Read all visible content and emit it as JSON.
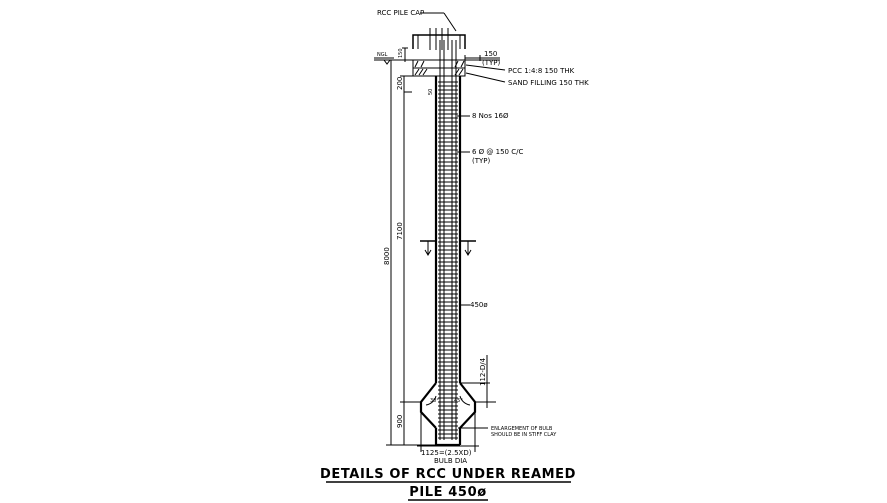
{
  "labels": {
    "pile_cap": "RCC PILE CAP",
    "ngl": "NGL",
    "dim_150_top": "150",
    "dim_150_left": "150",
    "typ_top": "(TYP)",
    "pcc": "PCC 1:4:8 150 THK",
    "sand": "SAND FILLING 150 THK",
    "dim_50": "50",
    "dim_200": "200",
    "main_bars": "8 Nos 16Ø",
    "stirrups": "6 Ø @ 150 C/C",
    "typ_stirrups": "(TYP)",
    "dim_8000": "8000",
    "dim_7100": "7100",
    "pile_dia": "450ø",
    "bulb_angle_1": "30°",
    "bulb_angle_2": "45°",
    "dim_112": "112-D/4",
    "dim_900": "900",
    "bulb_note_1": "ENLARGEMENT OF BULB",
    "bulb_note_2": "SHOULD BE IN STIFF CLAY",
    "bulb_width": "1125=(2.5XD)",
    "bulb_dia": "BULB DIA"
  },
  "title": {
    "line1": "DETAILS OF RCC UNDER REAMED",
    "line2": "PILE 450ø"
  }
}
